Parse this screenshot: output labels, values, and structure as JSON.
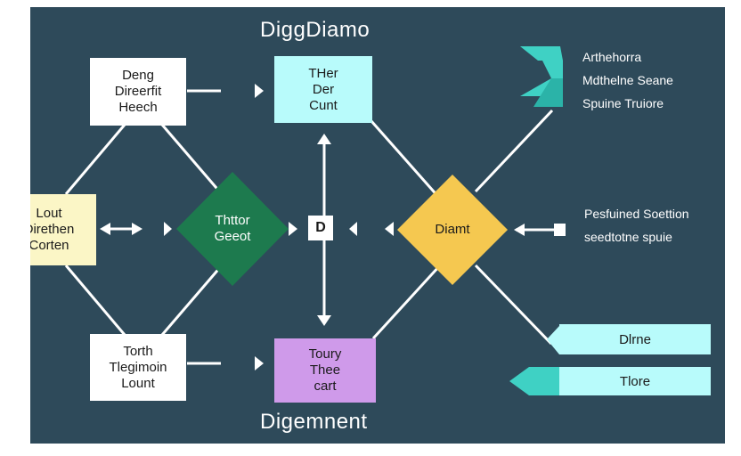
{
  "title_top": "DiggDiamo",
  "title_bottom": "Digemnent",
  "nodes": {
    "top_left": [
      "Deng",
      "Direerfit",
      "Heech"
    ],
    "top_mid": [
      "THer",
      "Der",
      "Cunt"
    ],
    "left": [
      "Lout",
      "Direthen",
      "Corten"
    ],
    "bottom_left": [
      "Torth",
      "Tlegimoin",
      "Lount"
    ],
    "bottom_mid": [
      "Toury",
      "Thee",
      "cart"
    ],
    "small_box": "D"
  },
  "diamonds": {
    "green": [
      "Thttor",
      "Geeot"
    ],
    "yellow": [
      "Diamt"
    ]
  },
  "side_labels": {
    "top_right": [
      "Arthehorra",
      "Mdthelne Seane",
      "Spuine Truiore"
    ],
    "mid_right": [
      "Pesfuined Soettion",
      "seedtotne spuie"
    ]
  },
  "tags": {
    "tag1": "Dlrne",
    "tag2": "Tlore"
  },
  "colors": {
    "background": "#2e4a5a",
    "green_diamond": "#1d7a4e",
    "yellow_diamond": "#f5c850",
    "cyan_box": "#b8fbfb",
    "purple_box": "#cf9aea",
    "yellow_box": "#fbf6c6",
    "teal_accent": "#3fd1c4"
  }
}
